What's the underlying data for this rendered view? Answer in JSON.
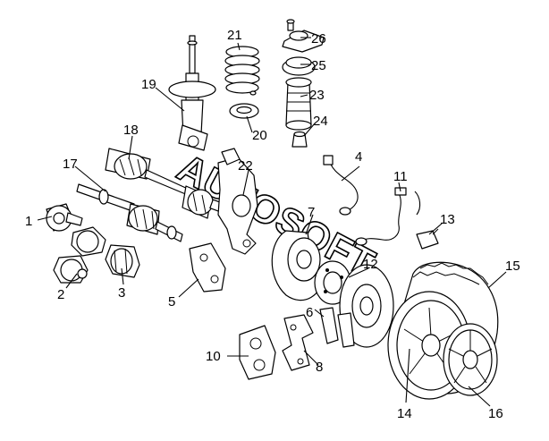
{
  "watermark": "AUTOSOFT",
  "callouts": [
    {
      "id": "1",
      "text": "1",
      "name": "callout-1-outer-cv-joint"
    },
    {
      "id": "2",
      "text": "2",
      "name": "callout-2-boot-clamp"
    },
    {
      "id": "3",
      "text": "3",
      "name": "callout-3-bellows-boot"
    },
    {
      "id": "4",
      "text": "4",
      "name": "callout-4-abs-wire"
    },
    {
      "id": "5",
      "text": "5",
      "name": "callout-5-bracket"
    },
    {
      "id": "6",
      "text": "6",
      "name": "callout-6-brake-pad"
    },
    {
      "id": "7",
      "text": "7",
      "name": "callout-7-dust-shield"
    },
    {
      "id": "8",
      "text": "8",
      "name": "callout-8-caliper-bracket"
    },
    {
      "id": "10",
      "text": "10",
      "name": "callout-10-caliper"
    },
    {
      "id": "11",
      "text": "11",
      "name": "callout-11-abs-sensor"
    },
    {
      "id": "12",
      "text": "12",
      "name": "callout-12-hub"
    },
    {
      "id": "13",
      "text": "13",
      "name": "callout-13-connector"
    },
    {
      "id": "14",
      "text": "14",
      "name": "callout-14-wheel"
    },
    {
      "id": "15",
      "text": "15",
      "name": "callout-15-tire"
    },
    {
      "id": "16",
      "text": "16",
      "name": "callout-16-wheel-cover"
    },
    {
      "id": "17",
      "text": "17",
      "name": "callout-17-drive-shaft"
    },
    {
      "id": "18",
      "text": "18",
      "name": "callout-18-drive-shaft-assembly"
    },
    {
      "id": "19",
      "text": "19",
      "name": "callout-19-strut"
    },
    {
      "id": "20",
      "text": "20",
      "name": "callout-20-spring-seat"
    },
    {
      "id": "21",
      "text": "21",
      "name": "callout-21-coil-spring"
    },
    {
      "id": "22",
      "text": "22",
      "name": "callout-22-steering-knuckle"
    },
    {
      "id": "23",
      "text": "23",
      "name": "callout-23-dust-boot"
    },
    {
      "id": "24",
      "text": "24",
      "name": "callout-24-bump-stop"
    },
    {
      "id": "25",
      "text": "25",
      "name": "callout-25-upper-seat"
    },
    {
      "id": "26",
      "text": "26",
      "name": "callout-26-strut-mount"
    }
  ]
}
